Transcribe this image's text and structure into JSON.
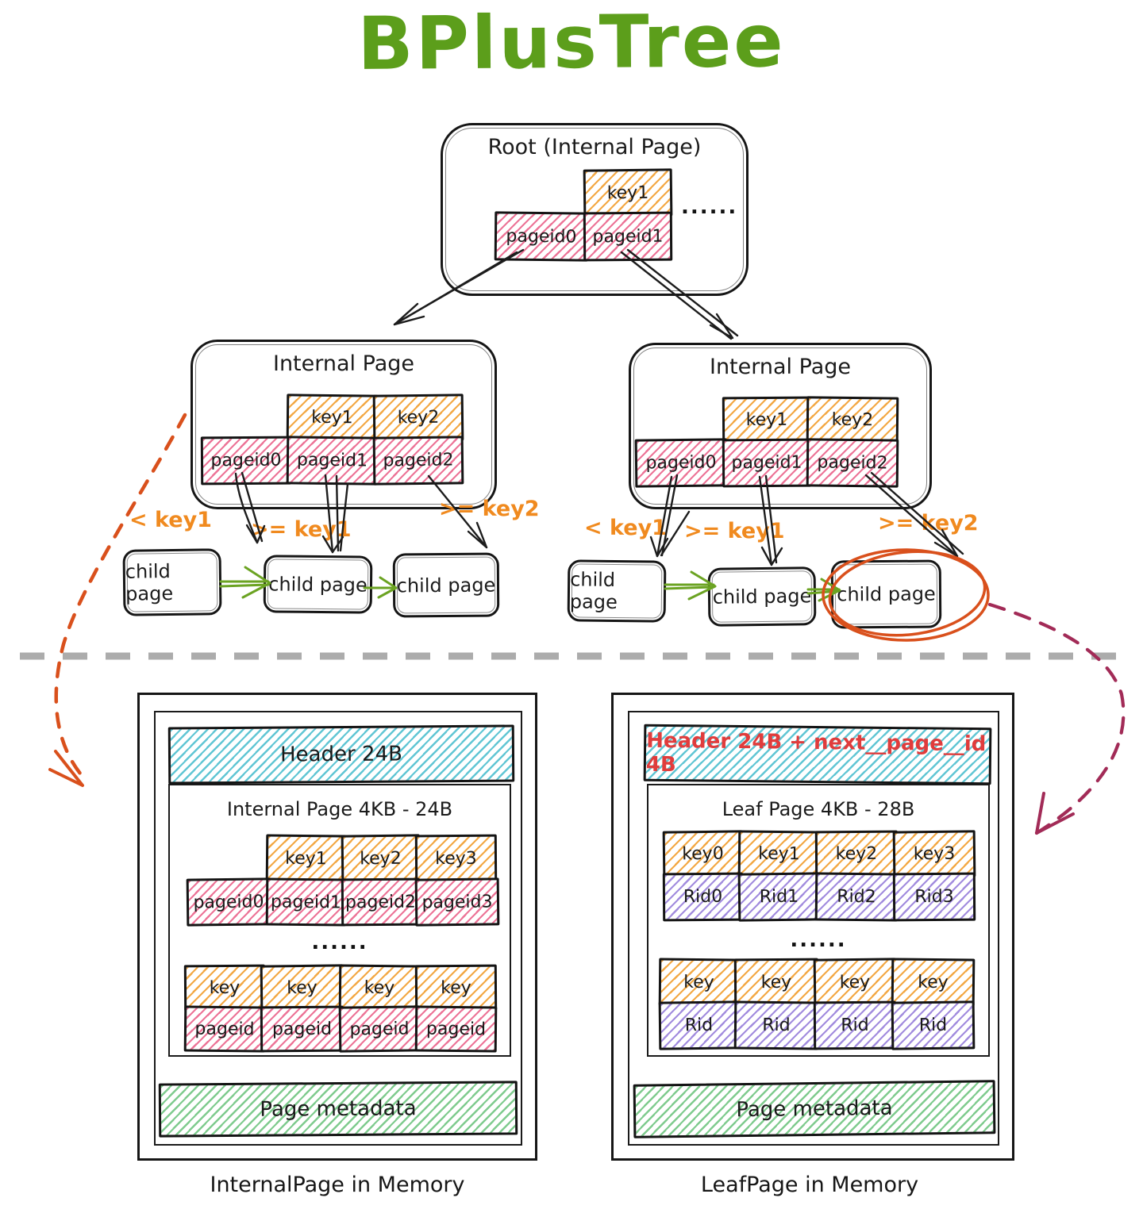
{
  "title": "BPlusTree",
  "colors": {
    "title_green": "#5C9E1B",
    "key_yellow": "#F2A33A",
    "pageid_pink": "#E8517D",
    "header_cyan": "#45BCCD",
    "rid_purple": "#8A6FD6",
    "metadata_green": "#5FBE72",
    "edge_label_orange": "#F08A1F",
    "highlight_circle_red": "#D9501C",
    "leaf_link_maroon": "#A22B57",
    "divider_gray": "#ACACAC",
    "leaf_header_text_red": "#E03C3C"
  },
  "tree": {
    "root": {
      "title": "Root (Internal Page)",
      "key": "key1",
      "pageids": [
        "pageid0",
        "pageid1"
      ],
      "dots": "......"
    },
    "internal_left": {
      "title": "Internal Page",
      "keys": [
        "key1",
        "key2"
      ],
      "pageids": [
        "pageid0",
        "pageid1",
        "pageid2"
      ]
    },
    "internal_right": {
      "title": "Internal Page",
      "keys": [
        "key1",
        "key2"
      ],
      "pageids": [
        "pageid0",
        "pageid1",
        "pageid2"
      ]
    },
    "child_label": "child page",
    "edge_labels": {
      "lt_key1": "< key1",
      "ge_key1": ">= key1",
      "ge_key2": ">= key2"
    }
  },
  "memory_left": {
    "header": "Header 24B",
    "title": "Internal Page 4KB - 24B",
    "keys": [
      "key1",
      "key2",
      "key3"
    ],
    "pageids": [
      "pageid0",
      "pageid1",
      "pageid2",
      "pageid3"
    ],
    "dots": "......",
    "generic_keys": [
      "key",
      "key",
      "key",
      "key"
    ],
    "generic_pageids": [
      "pageid",
      "pageid",
      "pageid",
      "pageid"
    ],
    "metadata": "Page metadata",
    "caption": "InternalPage in Memory"
  },
  "memory_right": {
    "header": "Header 24B + next__page__id 4B",
    "title": "Leaf Page 4KB - 28B",
    "keys": [
      "key0",
      "key1",
      "key2",
      "key3"
    ],
    "rids": [
      "Rid0",
      "Rid1",
      "Rid2",
      "Rid3"
    ],
    "dots": "......",
    "generic_keys": [
      "key",
      "key",
      "key",
      "key"
    ],
    "generic_rids": [
      "Rid",
      "Rid",
      "Rid",
      "Rid"
    ],
    "metadata": "Page metadata",
    "caption": "LeafPage in Memory"
  }
}
